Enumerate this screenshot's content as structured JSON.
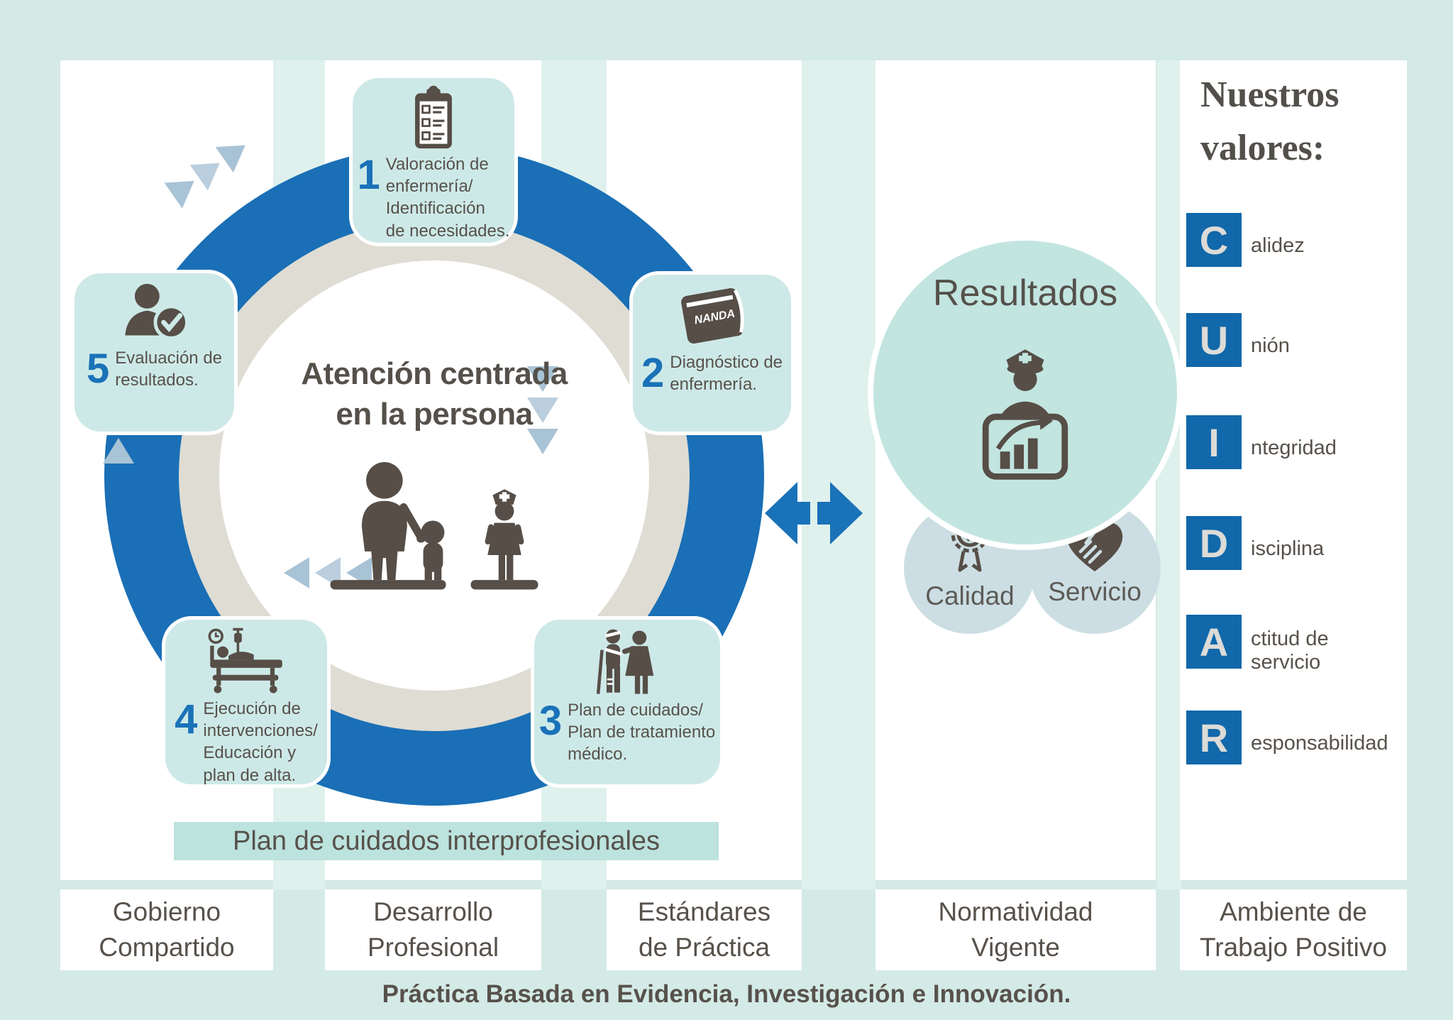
{
  "palette": {
    "background_mint": "#d4eae6",
    "gap_strip_mint": "#dff1ed",
    "ring_blue": "#1a6fb6",
    "ring_inner_beige": "#dfdcd3",
    "chevron_gray_blue": "#a9c3d6",
    "step_card_teal": "#cde9e7",
    "accent_blue": "#1a72b8",
    "value_block_blue": "#1168aa",
    "icon_dark": "#564e47",
    "text_dark": "#57514b",
    "results_circle_teal": "#c2e5e0",
    "sub_circle_blue_gray": "#ccdee3",
    "banner_teal": "#bce3de"
  },
  "center": {
    "title_lines": [
      "Atención centrada",
      "en la persona"
    ],
    "icon": "family-patient-nurse-icon"
  },
  "steps": [
    {
      "num": "1",
      "icon": "clipboard-checklist-icon",
      "lines": [
        "Valoración de",
        "enfermería/",
        "Identificación",
        "de necesidades."
      ]
    },
    {
      "num": "2",
      "icon": "nanda-book-icon",
      "book_label": "NANDA",
      "lines": [
        "Diagnóstico de",
        "enfermería."
      ]
    },
    {
      "num": "3",
      "icon": "patient-caregiver-icon",
      "lines": [
        "Plan de cuidados/",
        "Plan de tratamiento",
        "médico."
      ]
    },
    {
      "num": "4",
      "icon": "hospital-bed-icon",
      "lines": [
        "Ejecución de",
        "intervenciones/",
        "Educación y",
        "plan de alta."
      ]
    },
    {
      "num": "5",
      "icon": "person-check-icon",
      "lines": [
        "Evaluación de",
        "resultados."
      ]
    }
  ],
  "flow": {
    "arrows_icon": "clockwise-chevron-arrows",
    "link_icon": "double-headed-arrow-icon"
  },
  "banner": "Plan de cuidados interprofesionales",
  "results": {
    "title": "Resultados",
    "icon": "nurse-progress-chart-icon",
    "circles": [
      {
        "label": "Calidad",
        "icon": "award-ribbon-icon"
      },
      {
        "label": "Servicio",
        "icon": "heart-handshake-icon"
      }
    ]
  },
  "values": {
    "title_lines": [
      "Nuestros",
      "valores:"
    ],
    "items": [
      {
        "letter": "C",
        "label_lines": [
          "alidez"
        ]
      },
      {
        "letter": "U",
        "label_lines": [
          "nión"
        ]
      },
      {
        "letter": "I",
        "label_lines": [
          "ntegridad"
        ]
      },
      {
        "letter": "D",
        "label_lines": [
          "isciplina"
        ]
      },
      {
        "letter": "A",
        "label_lines": [
          "ctitud de",
          "servicio"
        ]
      },
      {
        "letter": "R",
        "label_lines": [
          "esponsabilidad"
        ]
      }
    ]
  },
  "pillars": [
    {
      "lines": [
        "Gobierno",
        "Compartido"
      ]
    },
    {
      "lines": [
        "Desarrollo",
        "Profesional"
      ]
    },
    {
      "lines": [
        "Estándares",
        "de Práctica"
      ]
    },
    {
      "lines": [
        "Normatividad",
        "Vigente"
      ]
    },
    {
      "lines": [
        "Ambiente de",
        "Trabajo Positivo"
      ]
    }
  ],
  "footer": "Práctica Basada en Evidencia, Investigación e Innovación."
}
